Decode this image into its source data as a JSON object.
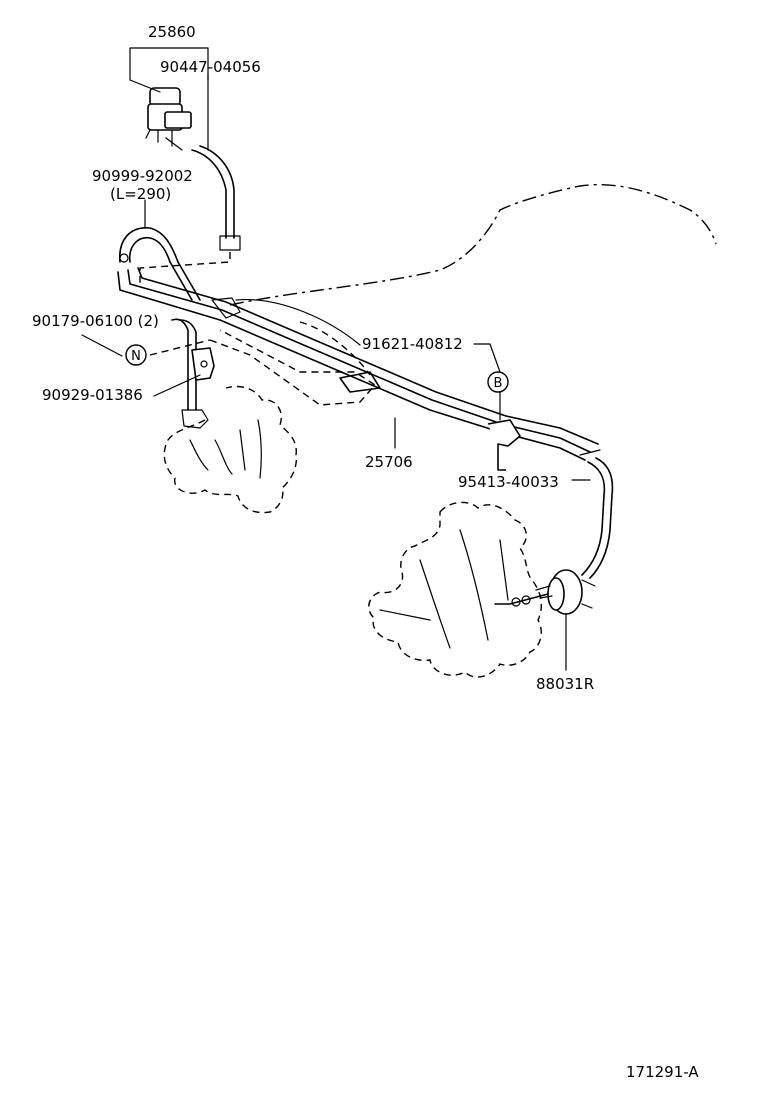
{
  "labels": {
    "p25860": "25860",
    "p90447": "90447-04056",
    "p90999": "90999-92002",
    "l290": "(L=290)",
    "p90179": "90179-06100 (2)",
    "pN": "N",
    "p90929": "90929-01386",
    "p91621": "91621-40812",
    "pB": "B",
    "p25706": "25706",
    "p95413": "95413-40033",
    "p88031": "88031R",
    "code": "171291-A"
  }
}
